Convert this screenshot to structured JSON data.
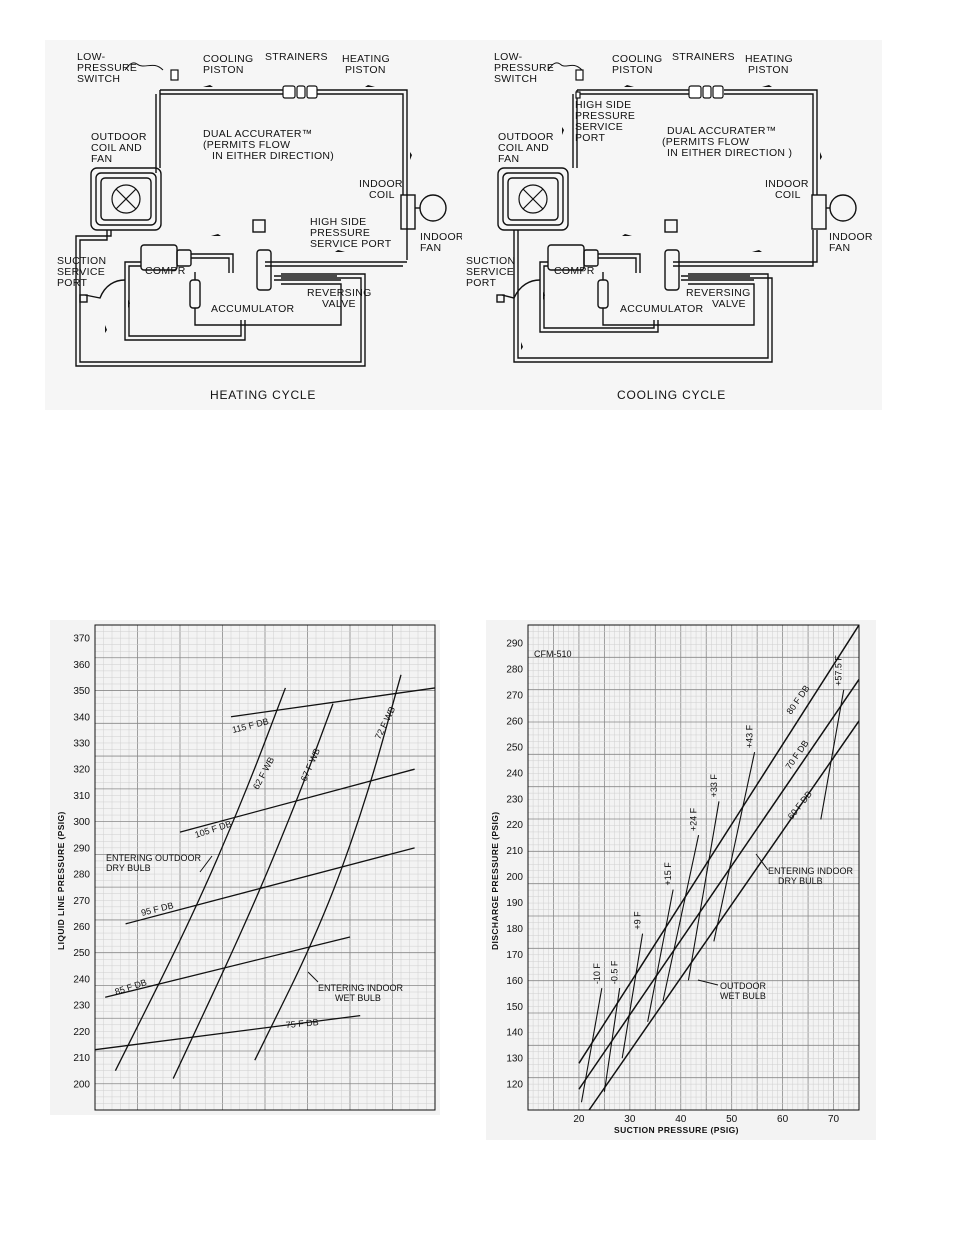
{
  "heating_diagram": {
    "caption": "HEATING CYCLE",
    "labels": {
      "low_pressure_switch": [
        "LOW-",
        "PRESSURE",
        "SWITCH"
      ],
      "cooling_piston": [
        "COOLING",
        "PISTON"
      ],
      "strainers": "STRAINERS",
      "heating_piston": [
        "HEATING",
        "PISTON"
      ],
      "outdoor_coil": [
        "OUTDOOR",
        "COIL AND",
        "FAN"
      ],
      "dual_accurater": [
        "DUAL ACCURATER™",
        "(PERMITS FLOW",
        "IN EITHER DIRECTION)"
      ],
      "indoor_coil": [
        "INDOOR",
        "COIL"
      ],
      "high_side_port": [
        "HIGH SIDE",
        "PRESSURE",
        "SERVICE PORT"
      ],
      "indoor_fan": [
        "INDOOR",
        "FAN"
      ],
      "suction_port": [
        "SUCTION",
        "SERVICE",
        "PORT"
      ],
      "compr": "COMPR",
      "reversing_valve": [
        "REVERSING",
        "VALVE"
      ],
      "accumulator": "ACCUMULATOR"
    }
  },
  "cooling_diagram": {
    "caption": "COOLING CYCLE",
    "labels": {
      "low_pressure_switch": [
        "LOW-",
        "PRESSURE",
        "SWITCH"
      ],
      "cooling_piston": [
        "COOLING",
        "PISTON"
      ],
      "strainers": "STRAINERS",
      "heating_piston": [
        "HEATING",
        "PISTON"
      ],
      "high_side_port": [
        "HIGH SIDE",
        "PRESSURE",
        "SERVICE",
        "PORT"
      ],
      "outdoor_coil": [
        "OUTDOOR",
        "COIL AND",
        "FAN"
      ],
      "dual_accurater": [
        "DUAL ACCURATER™",
        "(PERMITS FLOW",
        "IN EITHER DIRECTION )"
      ],
      "indoor_coil": [
        "INDOOR",
        "COIL"
      ],
      "indoor_fan": [
        "INDOOR",
        "FAN"
      ],
      "suction_port": [
        "SUCTION",
        "SERVICE",
        "PORT"
      ],
      "compr": "COMPR",
      "reversing_valve": [
        "REVERSING",
        "VALVE"
      ],
      "accumulator": "ACCUMULATOR"
    }
  },
  "chart_data": [
    {
      "type": "line",
      "title": "",
      "xlabel": "",
      "ylabel": "LIQUID LINE PRESSURE (PSIG)",
      "ylim": [
        190,
        375
      ],
      "yticks": [
        200,
        210,
        220,
        230,
        240,
        250,
        260,
        270,
        280,
        290,
        300,
        310,
        320,
        330,
        340,
        350,
        360,
        370
      ],
      "x_scale": "none",
      "grid": true,
      "annotations": [
        "ENTERING OUTDOOR",
        "DRY BULB",
        "ENTERING INDOOR",
        "WET BULB"
      ],
      "series": [
        {
          "name": "115 F DB",
          "kind": "db",
          "points": [
            [
              0.4,
              340
            ],
            [
              1.0,
              351
            ]
          ]
        },
        {
          "name": "105 F DB",
          "kind": "db",
          "points": [
            [
              0.25,
              296
            ],
            [
              0.94,
              320
            ]
          ]
        },
        {
          "name": "95 F DB",
          "kind": "db",
          "points": [
            [
              0.09,
              261
            ],
            [
              0.94,
              290
            ]
          ]
        },
        {
          "name": "85 F DB",
          "kind": "db",
          "points": [
            [
              0.03,
              233
            ],
            [
              0.75,
              256
            ]
          ]
        },
        {
          "name": "75 F DB",
          "kind": "db",
          "points": [
            [
              0.0,
              213
            ],
            [
              0.78,
              226
            ]
          ]
        },
        {
          "name": "62 F WB",
          "kind": "wb",
          "points": [
            [
              0.06,
              205
            ],
            [
              0.28,
              262
            ],
            [
              0.44,
              310
            ],
            [
              0.56,
              351
            ]
          ]
        },
        {
          "name": "67 F WB",
          "kind": "wb",
          "points": [
            [
              0.23,
              202
            ],
            [
              0.45,
              263
            ],
            [
              0.6,
              310
            ],
            [
              0.7,
              345
            ]
          ]
        },
        {
          "name": "72 F WB",
          "kind": "wb",
          "points": [
            [
              0.47,
              209
            ],
            [
              0.66,
              259
            ],
            [
              0.79,
              305
            ],
            [
              0.9,
              356
            ]
          ]
        }
      ]
    },
    {
      "type": "line",
      "title": "",
      "xlabel": "SUCTION PRESSURE (PSIG)",
      "ylabel": "DISCHARGE PRESSURE (PSIG)",
      "xlim": [
        10,
        75
      ],
      "ylim": [
        110,
        297
      ],
      "xticks": [
        20,
        30,
        40,
        50,
        60,
        70
      ],
      "yticks": [
        120,
        130,
        140,
        150,
        160,
        170,
        180,
        190,
        200,
        210,
        220,
        230,
        240,
        250,
        260,
        270,
        280,
        290
      ],
      "grid": true,
      "annotations": [
        "CFM-510",
        "ENTERING INDOOR",
        "DRY BULB",
        "OUTDOOR",
        "WET BULB"
      ],
      "series": [
        {
          "name": "80 F DB",
          "kind": "db",
          "points": [
            [
              20,
              128
            ],
            [
              75,
              297
            ]
          ]
        },
        {
          "name": "70 F DB",
          "kind": "db",
          "points": [
            [
              20,
              118
            ],
            [
              75,
              276
            ]
          ]
        },
        {
          "name": "60 F DB",
          "kind": "db",
          "points": [
            [
              22,
              110
            ],
            [
              75,
              260
            ]
          ]
        },
        {
          "name": "-10 F",
          "kind": "wb",
          "points": [
            [
              20.5,
              113
            ],
            [
              24.5,
              157
            ]
          ]
        },
        {
          "name": "-0.5 F",
          "kind": "wb",
          "points": [
            [
              25,
              117
            ],
            [
              28,
              157
            ]
          ]
        },
        {
          "name": "+9 F",
          "kind": "wb",
          "points": [
            [
              28.5,
              130
            ],
            [
              32.5,
              178
            ]
          ]
        },
        {
          "name": "+15 F",
          "kind": "wb",
          "points": [
            [
              33.5,
              144
            ],
            [
              38.5,
              195
            ]
          ]
        },
        {
          "name": "+24 F",
          "kind": "wb",
          "points": [
            [
              36.5,
              152
            ],
            [
              43.5,
              216
            ]
          ]
        },
        {
          "name": "+33 F",
          "kind": "wb",
          "points": [
            [
              41.5,
              160
            ],
            [
              47.5,
              229
            ]
          ]
        },
        {
          "name": "+43 F",
          "kind": "wb",
          "points": [
            [
              46.5,
              175
            ],
            [
              54.5,
              248
            ]
          ]
        },
        {
          "name": "+57.5 F",
          "kind": "wb",
          "points": [
            [
              67.5,
              222
            ],
            [
              72,
              272
            ]
          ]
        }
      ]
    }
  ],
  "chart_text": {
    "left": {
      "ylabel": "LIQUID LINE PRESSURE (PSIG)",
      "label_115": "115 F DB",
      "label_105": "105 F DB",
      "label_95": "95 F DB",
      "label_85": "85 F DB",
      "label_75": "75 F DB",
      "label_62": "62 F WB",
      "label_67": "67 F WB",
      "label_72": "72 F WB",
      "outdoor_1": "ENTERING OUTDOOR",
      "outdoor_2": "DRY BULB",
      "indoor_1": "ENTERING INDOOR",
      "indoor_2": "WET BULB"
    },
    "right": {
      "ylabel": "DISCHARGE PRESSURE (PSIG)",
      "xlabel": "SUCTION PRESSURE (PSIG)",
      "cfm": "CFM-510",
      "label_80": "80 F DB",
      "label_70": "70 F DB",
      "label_60": "60 F DB",
      "indoor_1": "ENTERING INDOOR",
      "indoor_2": "DRY BULB",
      "outdoor_1": "OUTDOOR",
      "outdoor_2": "WET BULB"
    }
  }
}
